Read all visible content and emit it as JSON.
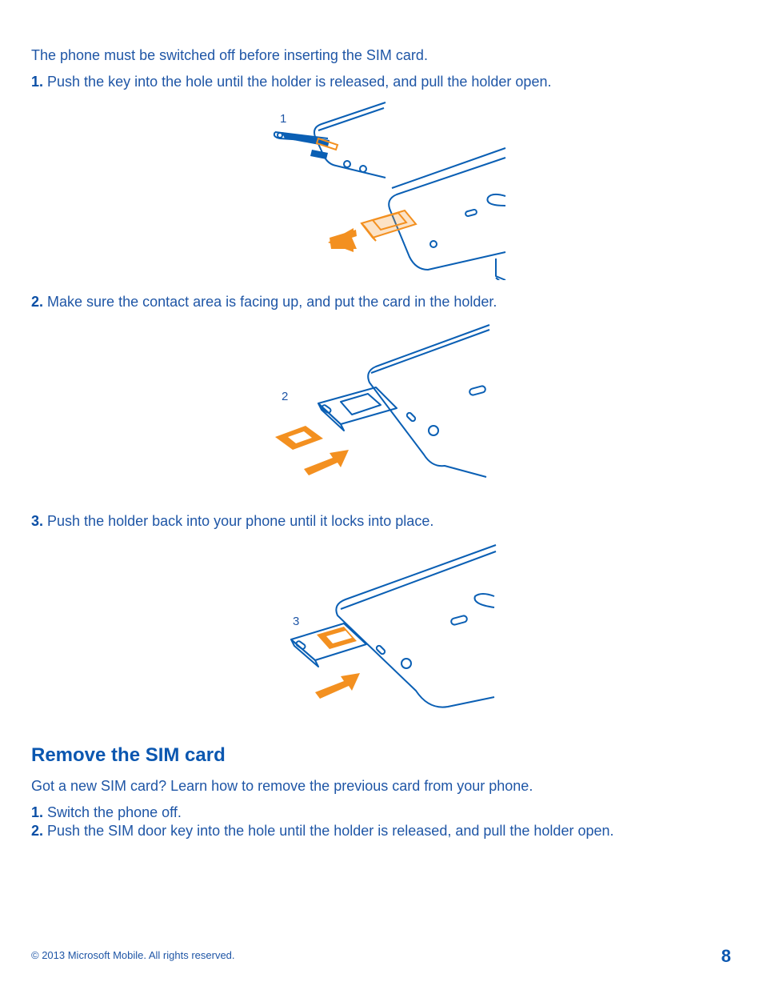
{
  "intro": "The phone must be switched off before inserting the SIM card.",
  "steps_insert": [
    {
      "num": "1.",
      "text": "Push the key into the hole until the holder is released, and pull the holder open."
    },
    {
      "num": "2.",
      "text": "Make sure the contact area is facing up, and put the card in the holder."
    },
    {
      "num": "3.",
      "text": "Push the holder back into your phone until it locks into place."
    }
  ],
  "figure_labels": [
    "1",
    "2",
    "3"
  ],
  "section_title": "Remove the SIM card",
  "section_intro": "Got a new SIM card? Learn how to remove the previous card from your phone.",
  "steps_remove": [
    {
      "num": "1.",
      "text": "Switch the phone off."
    },
    {
      "num": "2.",
      "text": "Push the SIM door key into the hole until the holder is released, and pull the holder open."
    }
  ],
  "footer": "© 2013 Microsoft Mobile. All rights reserved.",
  "page_number": "8",
  "colors": {
    "line": "#0a5fb4",
    "accent": "#f39020",
    "text": "#1f56a6"
  }
}
